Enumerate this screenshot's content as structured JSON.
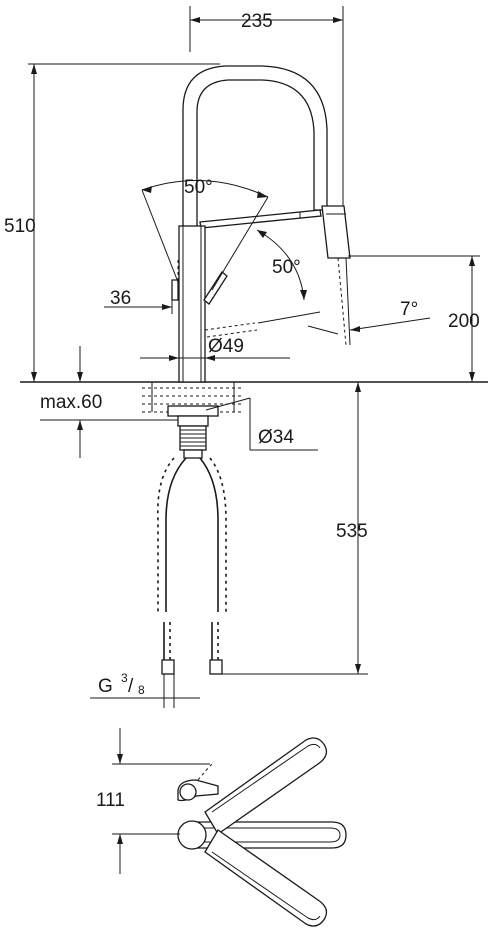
{
  "dimensions": {
    "width_top": "235",
    "height_total": "510",
    "swivel_angle_top": "50°",
    "swivel_angle_side": "50°",
    "spray_angle": "7°",
    "spout_height": "200",
    "lever_clearance": "36",
    "body_diameter": "Ø49",
    "mount_thickness": "max.60",
    "hole_diameter": "Ø34",
    "hose_length": "535",
    "thread_prefix": "G",
    "thread_num": "3",
    "thread_den": "8",
    "plan_offset": "111"
  }
}
